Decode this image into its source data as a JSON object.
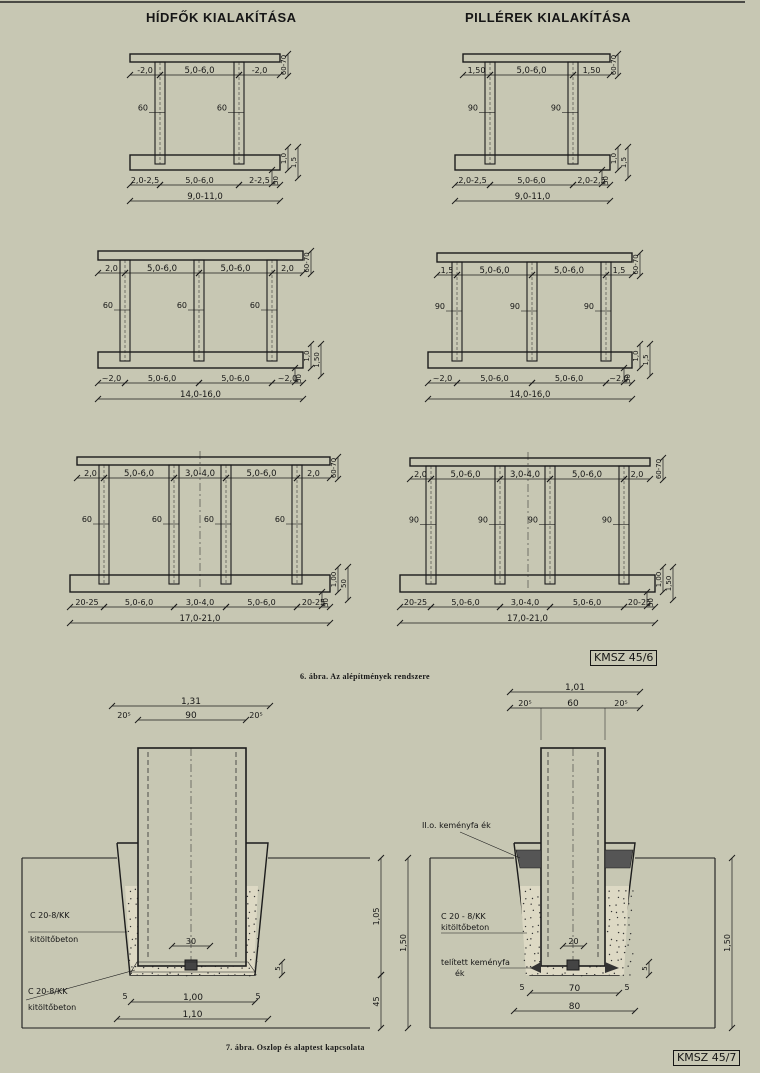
{
  "titles": {
    "left": "HÍDFŐK KIALAKÍTÁSA",
    "right": "PILLÉREK KIALAKÍTÁSA"
  },
  "captions": {
    "fig6": "6. ábra. Az alépítmények rendszere",
    "fig7": "7. ábra. Oszlop és alaptest kapcsolata"
  },
  "stamps": {
    "fig6": "KMSZ 45/6",
    "fig7": "KMSZ 45/7"
  },
  "dims": {
    "deck": "60-70",
    "footing_a": "1,0",
    "footing_b": "1,5",
    "footing_c": "50",
    "footing_a3": "1,00",
    "footing_c3": "1,50",
    "span": "5,0-6,0",
    "mid_span": "3,0-4,0",
    "h_oh": "-2,0",
    "p_oh": "1,50",
    "p_oh2": "1,5",
    "oh3": "2,0",
    "h_col": "60",
    "p_col": "90",
    "end_a": "2,0-2,5",
    "end_b": "2-2,5",
    "end_c": "~2,0",
    "end_d": "20-25",
    "total1": "9,0-11,0",
    "total2": "14,0-16,0",
    "total3": "17,0-21,0"
  },
  "detail": {
    "left_total": "1,31",
    "left_side": "20⁵",
    "left_mid": "90",
    "right_total": "1,01",
    "right_side": "20⁵",
    "right_mid": "60",
    "core": "30",
    "core_r": "20",
    "depth": "1,50",
    "upper": "1,05",
    "lower": "45",
    "bottom_edge": "5",
    "small": "5",
    "left_bottom_inner": "1,00",
    "left_bottom_outer": "1,10",
    "right_bottom_inner": "70",
    "right_bottom_outer": "80",
    "concrete_1": "C 20-8/KK",
    "concrete_1b": "kitöltőbeton",
    "concrete_2": "C 20-8/KK",
    "concrete_2b": "kitöltőbeton",
    "concrete_3": "C 20 - 8/KK",
    "concrete_3b": "kitöltőbeton",
    "wedge_top": "II.o. keményfa ék",
    "wedge_bottom": "telített keményfa",
    "wedge_bottom_b": "ék"
  }
}
